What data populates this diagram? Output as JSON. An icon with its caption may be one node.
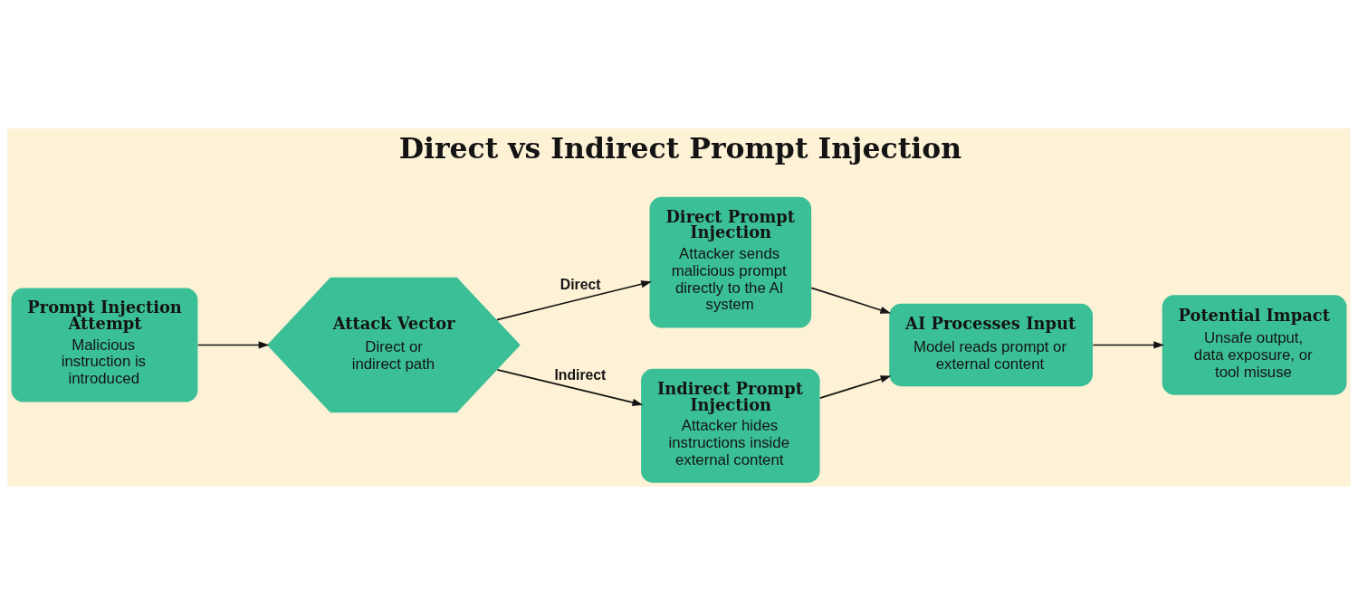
{
  "diagram": {
    "title": "Direct vs Indirect Prompt Injection",
    "nodes": [
      {
        "text": [
          "Prompt Injection Attempt",
          "Malicious instruction is introduced"
        ]
      },
      {
        "text": [
          "Attack Vector",
          "Direct or indirect path"
        ]
      },
      {
        "text": [
          "Direct Prompt Injection",
          "Attacker sends malicious prompt directly to the AI system"
        ]
      },
      {
        "text": [
          "Indirect Prompt Injection",
          "Attacker hides instructions inside external content"
        ]
      },
      {
        "text": [
          "AI Processes Input",
          "Model reads prompt or external content"
        ]
      },
      {
        "text": [
          "Potential Impact",
          "Unsafe output, data exposure, or tool misuse"
        ]
      }
    ],
    "edges": [
      {
        "from": 0,
        "to": 1,
        "arrow": "to"
      },
      {
        "from": 1,
        "to": 2,
        "arrow": "to",
        "label": "Direct"
      },
      {
        "from": 1,
        "to": 3,
        "arrow": "to",
        "label": "Indirect"
      },
      {
        "from": 2,
        "to": 4,
        "arrow": "to"
      },
      {
        "from": 3,
        "to": 4,
        "arrow": "to"
      },
      {
        "from": 4,
        "to": 5,
        "arrow": "to"
      }
    ]
  }
}
